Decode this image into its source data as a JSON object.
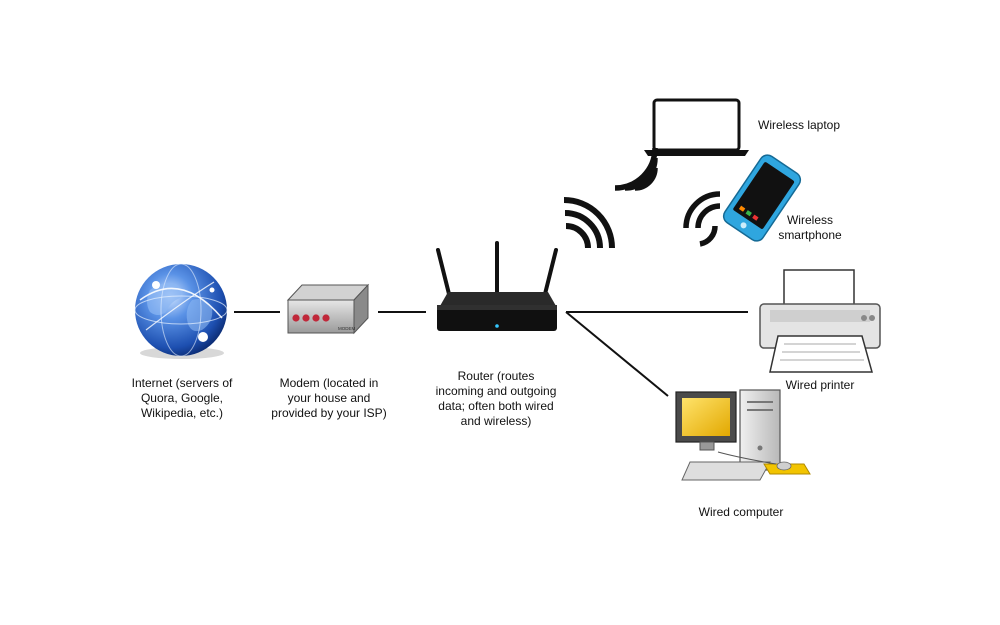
{
  "nodes": {
    "internet": {
      "label_lines": [
        "Internet (servers of",
        "Quora, Google,",
        "Wikipedia, etc.)"
      ],
      "icon": "globe-icon"
    },
    "modem": {
      "label_lines": [
        "Modem (located in",
        "your house and",
        "provided by your ISP)"
      ],
      "icon": "modem-icon",
      "device_text": "MODEM"
    },
    "router": {
      "label_lines": [
        "Router (routes",
        "incoming and outgoing",
        "data; often both wired",
        "and wireless)"
      ],
      "icon": "router-icon"
    },
    "laptop": {
      "label_lines": [
        "Wireless laptop"
      ],
      "icon": "laptop-icon"
    },
    "smartphone": {
      "label_lines": [
        "Wireless",
        "smartphone"
      ],
      "icon": "smartphone-icon"
    },
    "printer": {
      "label_lines": [
        "Wired printer"
      ],
      "icon": "printer-icon"
    },
    "computer": {
      "label_lines": [
        "Wired computer"
      ],
      "icon": "computer-icon"
    }
  },
  "colors": {
    "line": "#111111",
    "globe": "#2a63c8",
    "screen": "#f2c400",
    "phone_accent": "#3ab0e8"
  }
}
